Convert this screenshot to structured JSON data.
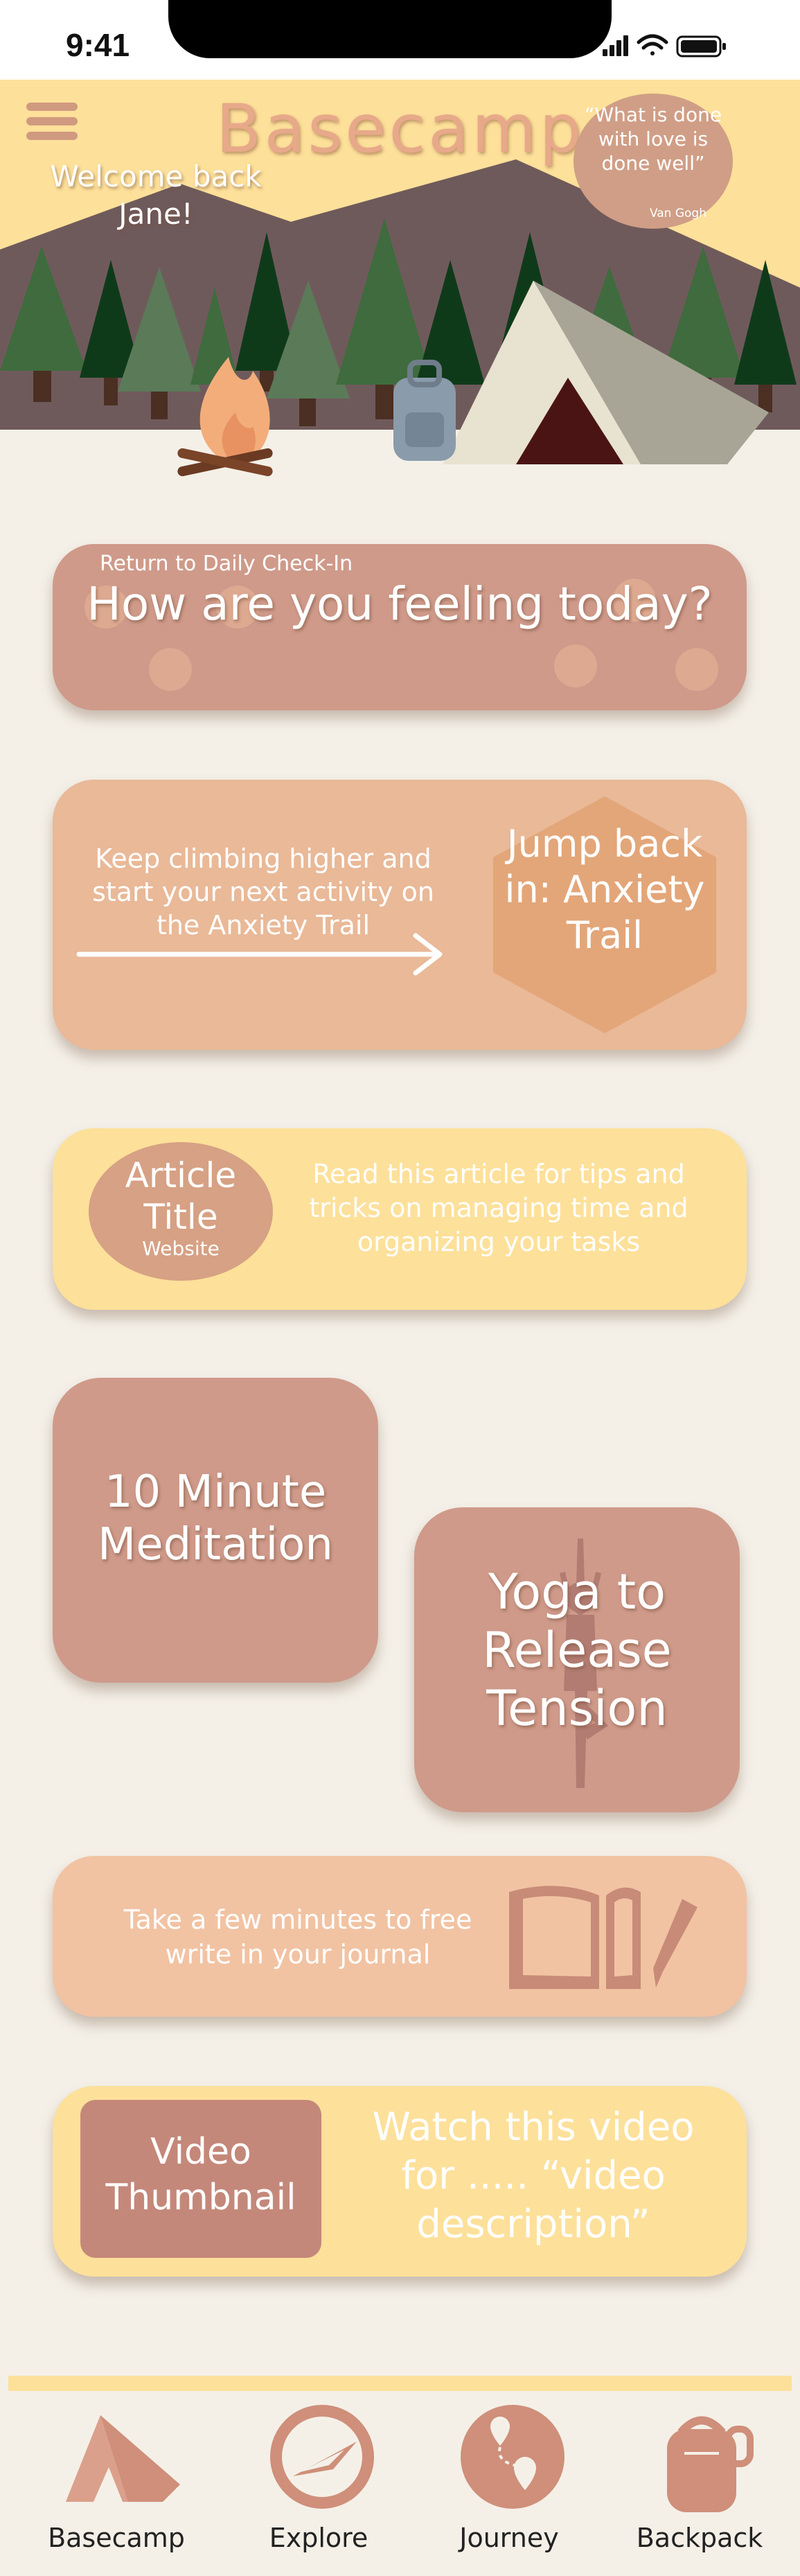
{
  "status_bar": {
    "time": "9:41"
  },
  "header": {
    "app_title": "Basecamp",
    "welcome": "Welcome back Jane!",
    "quote": "“What is done with love is done well”",
    "quote_author": "Van Gogh"
  },
  "checkin": {
    "label": "Return to Daily Check-In",
    "title": "How are you feeling today?"
  },
  "anxiety_trail": {
    "text": "Keep climbing higher and start your  next activity on the Anxiety Trail",
    "button": "Jump back in: Anxiety Trail"
  },
  "article": {
    "title": "Article Title",
    "site": "Website",
    "description": "Read this article for tips and tricks on managing time and organizing your tasks"
  },
  "meditation": {
    "title": "10 Minute Meditation"
  },
  "yoga": {
    "title": "Yoga to Release Tension"
  },
  "journal": {
    "text": "Take a few minutes to free write in your journal"
  },
  "video": {
    "thumbnail": "Video Thumbnail",
    "description": "Watch this video for ..... “video description”"
  },
  "nav": {
    "items": [
      {
        "label": "Basecamp",
        "icon": "tent-icon"
      },
      {
        "label": "Explore",
        "icon": "compass-icon"
      },
      {
        "label": "Journey",
        "icon": "map-pin-icon"
      },
      {
        "label": "Backpack",
        "icon": "backpack-icon"
      }
    ]
  },
  "colors": {
    "background": "#f4f0e8",
    "header_yellow": "#fde09a",
    "rose": "#cf9a8a",
    "peach": "#e9b998",
    "light_peach": "#f1c3a3",
    "nav_icon": "#cf8f7a"
  }
}
